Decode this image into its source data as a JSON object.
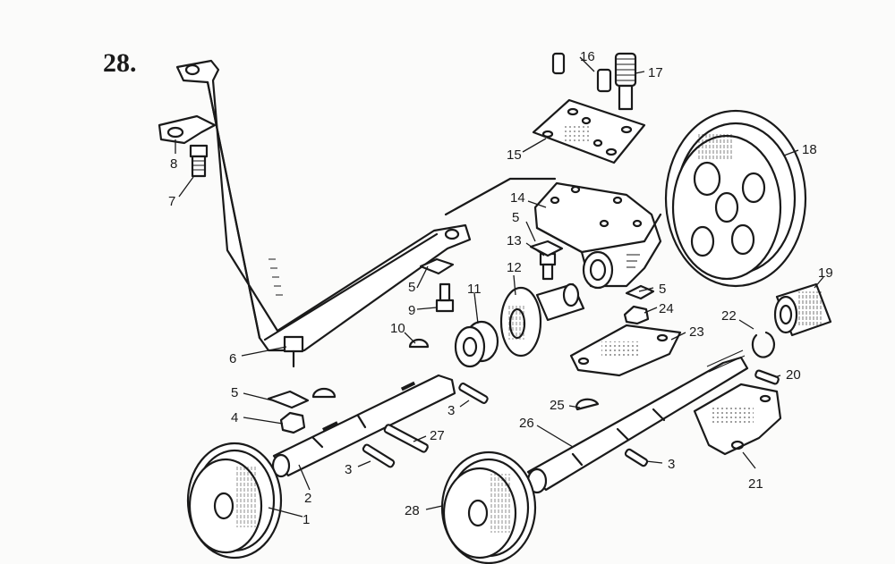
{
  "figure_number": "28.",
  "callouts": [
    {
      "id": "c1",
      "text": "1"
    },
    {
      "id": "c2",
      "text": "2"
    },
    {
      "id": "c3a",
      "text": "3"
    },
    {
      "id": "c3b",
      "text": "3"
    },
    {
      "id": "c3c",
      "text": "3"
    },
    {
      "id": "c4",
      "text": "4"
    },
    {
      "id": "c5a",
      "text": "5"
    },
    {
      "id": "c5b",
      "text": "5"
    },
    {
      "id": "c5c",
      "text": "5"
    },
    {
      "id": "c5d",
      "text": "5"
    },
    {
      "id": "c6",
      "text": "6"
    },
    {
      "id": "c7",
      "text": "7"
    },
    {
      "id": "c8",
      "text": "8"
    },
    {
      "id": "c9",
      "text": "9"
    },
    {
      "id": "c10",
      "text": "10"
    },
    {
      "id": "c11",
      "text": "11"
    },
    {
      "id": "c12",
      "text": "12"
    },
    {
      "id": "c13",
      "text": "13"
    },
    {
      "id": "c14",
      "text": "14"
    },
    {
      "id": "c15",
      "text": "15"
    },
    {
      "id": "c16",
      "text": "16"
    },
    {
      "id": "c17",
      "text": "17"
    },
    {
      "id": "c18",
      "text": "18"
    },
    {
      "id": "c19",
      "text": "19"
    },
    {
      "id": "c20",
      "text": "20"
    },
    {
      "id": "c21",
      "text": "21"
    },
    {
      "id": "c22",
      "text": "22"
    },
    {
      "id": "c23",
      "text": "23"
    },
    {
      "id": "c24",
      "text": "24"
    },
    {
      "id": "c25",
      "text": "25"
    },
    {
      "id": "c26",
      "text": "26"
    },
    {
      "id": "c27",
      "text": "27"
    },
    {
      "id": "c28",
      "text": "28"
    }
  ]
}
